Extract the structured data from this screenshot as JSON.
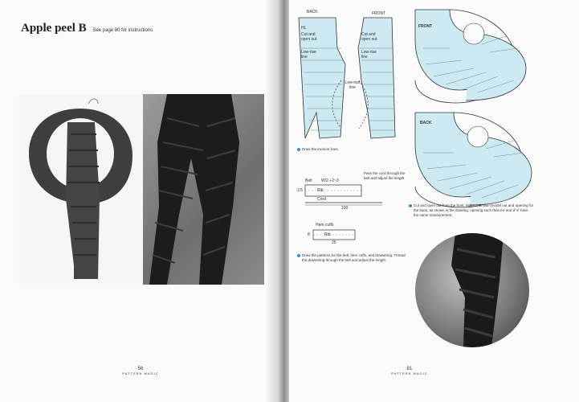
{
  "left_page": {
    "title": "Apple peel B",
    "subtitle": "See page 80 for instructions",
    "folio_number": "56",
    "folio_label": "PATTERN MAGIC"
  },
  "right_page": {
    "back_label": "BACK",
    "front_label": "FRONT",
    "hl_label": "HL",
    "cut_open_label_1": "Cut and",
    "cut_open_label_2": "open out",
    "low_rise_1": "Low-rise",
    "low_rise_2": "line",
    "low_rise_mid": "Low-rise line",
    "front_piece_label": "FRONT",
    "back_piece_label": "BACK",
    "caption_1": "Draw the incision lines.",
    "belt_label": "Belt",
    "belt_formula": "W/2 +2~3",
    "rib_label": "Rib",
    "cord_label": "Cord",
    "belt_width": "3.5",
    "cord_length": "100",
    "pass_cord_note": "Pass the cord through the belt and adjust the length",
    "hem_cuffs_label": "Hem cuffs",
    "hem_rib_label": "Rib",
    "hem_width": "8",
    "hem_length": "25",
    "caption_2": "Draw the patterns for the belt, hem cuffs, and drawstring. Thread the drawstring through the belt and adjust the length.",
    "caption_3": "Cut and open out from the front. Make a similar (model out and opening for the back, as shown in the drawing, opening such that d-e and d'-e' have the same measurement.",
    "folio_number": "81",
    "folio_label": "PATTERN MAGIC"
  }
}
